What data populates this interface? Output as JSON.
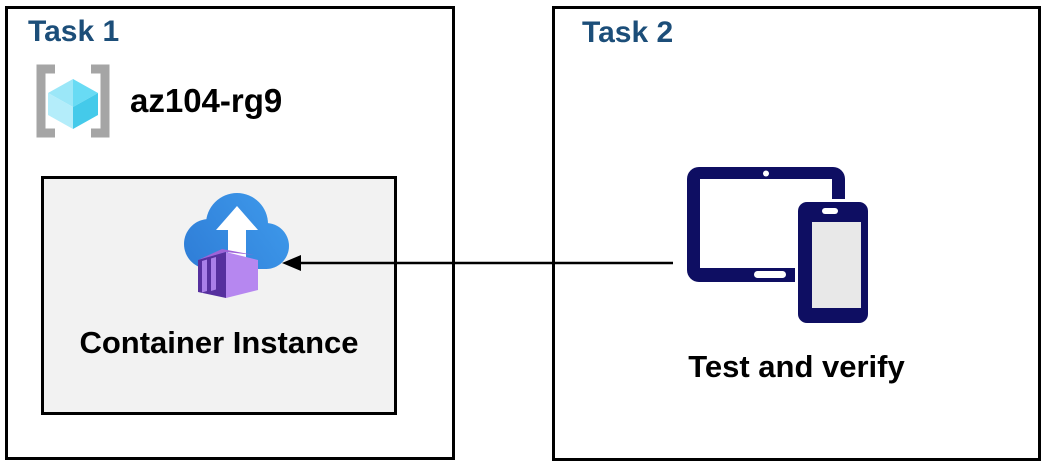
{
  "task1": {
    "title": "Task 1",
    "resource_group_name": "az104-rg9",
    "container_instance_label": "Container Instance"
  },
  "task2": {
    "title": "Task 2",
    "action_label": "Test and verify"
  },
  "icons": {
    "resource_group": "azure-resource-group-icon",
    "container_instance": "azure-container-instances-cloud-upload-icon",
    "devices": "tablet-and-phone-icon",
    "connector": "left-arrow-connector"
  },
  "colors": {
    "task_title_blue": "#1C4E79",
    "box_border": "#000000",
    "container_box_fill": "#F2F2F2",
    "container_box_border": "#000000",
    "label_black": "#000000",
    "arrow_black": "#000000",
    "device_navy": "#0E0E62",
    "device_screen_white": "#FFFFFF",
    "phone_screen_gray": "#E8E8E8",
    "cloud_blue_dark": "#2E7CD6",
    "cloud_blue_light": "#3F9BEC",
    "upload_arrow_white": "#FFFFFF",
    "container_front_purple": "#56309E",
    "container_side_purple": "#B687F0",
    "container_top_purple": "#9F63D8",
    "container_slat_purple": "#A97FE8",
    "bracket_gray": "#A5A5A5",
    "cube_top_left_cyan": "#9BE7F8",
    "cube_top_right_cyan": "#68DBF4",
    "cube_left_cyan": "#B4EDFA",
    "cube_right_cyan": "#44CAEA"
  }
}
